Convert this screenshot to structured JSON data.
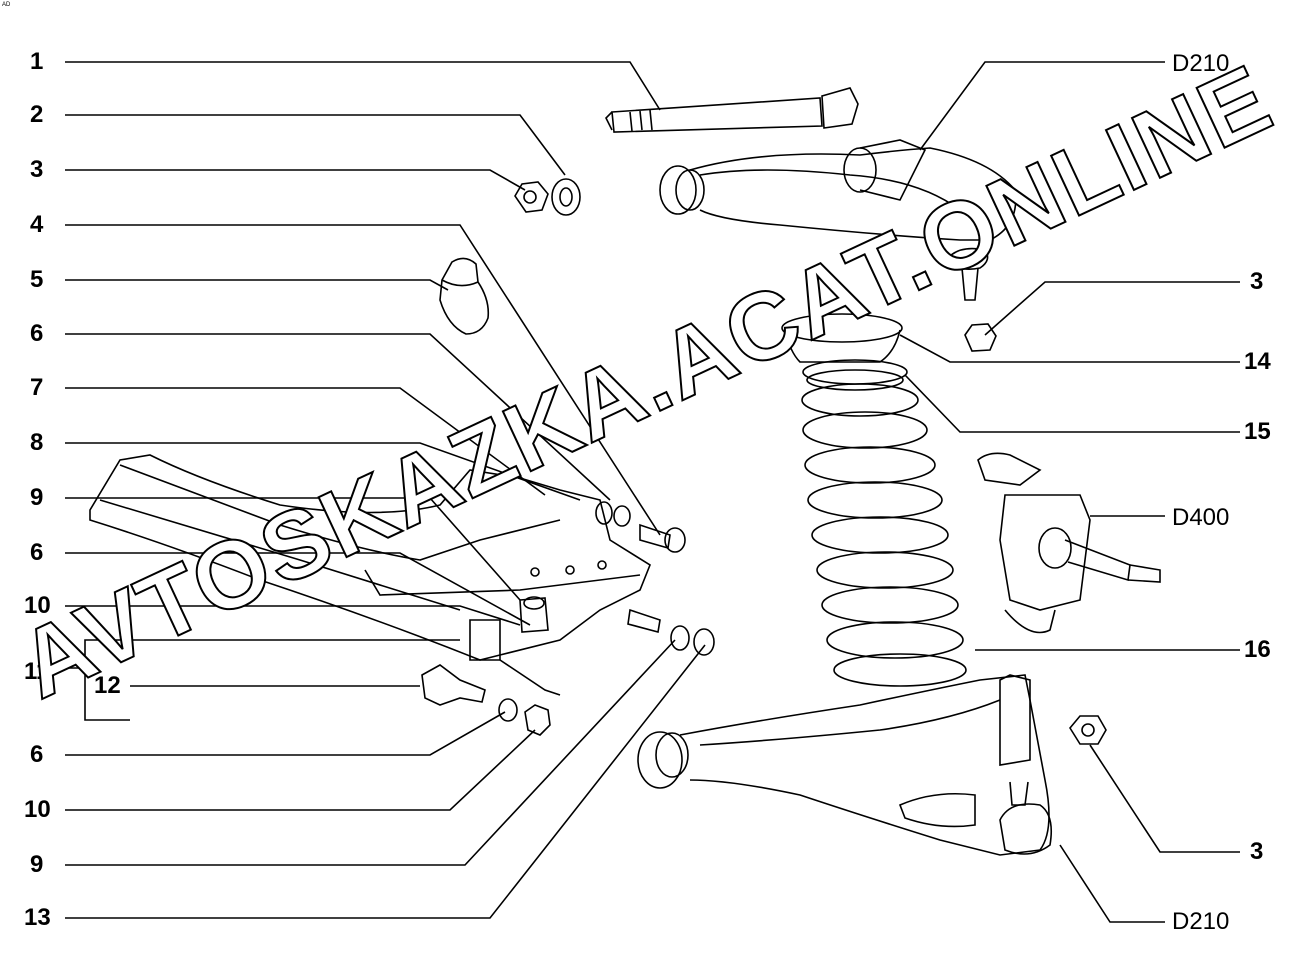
{
  "corner_mark": "AD",
  "watermark": "AVTOSKAZKA.ACAT.ONLINE",
  "callouts_left": [
    "1",
    "2",
    "3",
    "4",
    "5",
    "6",
    "7",
    "8",
    "9",
    "6",
    "10",
    "11",
    "12",
    "6",
    "10",
    "9",
    "13"
  ],
  "callouts_right": [
    "D210",
    "3",
    "14",
    "15",
    "D400",
    "16",
    "3",
    "D210"
  ],
  "colors": {
    "ink": "#000000",
    "paper": "#ffffff",
    "watermark": "#ffffff"
  },
  "parts": [
    "bolt-icon",
    "washer-icon",
    "nut-icon",
    "bump-stop-icon",
    "upper-control-arm-icon",
    "spring-seat-icon",
    "coil-spring-icon",
    "steering-knuckle-icon",
    "lower-control-arm-icon",
    "crossmember-icon"
  ]
}
